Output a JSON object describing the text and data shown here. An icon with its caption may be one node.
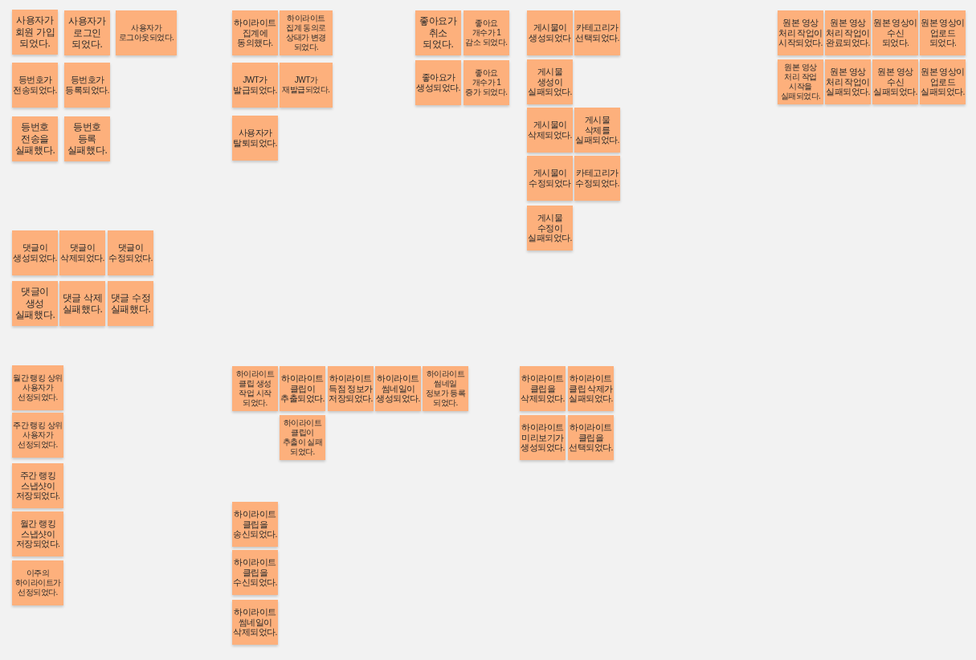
{
  "diagram": {
    "nodes": [
      {
        "text": [
          "사용자가 회원 가입 되었다."
        ]
      },
      {
        "text": [
          "사용자가 로그인 되었다."
        ]
      },
      {
        "text": [
          "사용자가 로그아웃되었다."
        ]
      },
      {
        "text": [
          "등번호가 전송되었다."
        ]
      },
      {
        "text": [
          "등번호가 등록되었다."
        ]
      },
      {
        "text": [
          "등번호 전송을 실패했다."
        ]
      },
      {
        "text": [
          "등번호 등록 실패했다."
        ]
      },
      {
        "text": [
          "하이라이트 집계에 동의했다."
        ]
      },
      {
        "text": [
          "하이라이트 집계 동의로 상태가 변경 되었다."
        ]
      },
      {
        "text": [
          "JWT가 발급되었다."
        ]
      },
      {
        "text": [
          "JWT가 재발급되었다."
        ]
      },
      {
        "text": [
          "사용자가 탈퇴되었다."
        ]
      },
      {
        "text": [
          "좋아요가 취소 되었다."
        ]
      },
      {
        "text": [
          "좋아요 개수가 1 감소 되었다."
        ]
      },
      {
        "text": [
          "좋아요가 생성되었다."
        ]
      },
      {
        "text": [
          "좋아요 개수가 1 증가 되었다."
        ]
      },
      {
        "text": [
          "게시물이 생성되었다"
        ]
      },
      {
        "text": [
          "카테고리가 선택되었다."
        ]
      },
      {
        "text": [
          "게시물 생성이 실패되었다."
        ]
      },
      {
        "text": [
          "게시물이 삭제되었다."
        ]
      },
      {
        "text": [
          "게시물 삭제를 실패되었다."
        ]
      },
      {
        "text": [
          "게시물이 수정되었다"
        ]
      },
      {
        "text": [
          "카테고리가 수정되었다."
        ]
      },
      {
        "text": [
          "게시물 수정이 실패되었다."
        ]
      },
      {
        "text": [
          "원본 영상 처리 작업이 시작되었다."
        ]
      },
      {
        "text": [
          "원본 영상 처리 작업이 완료되었다."
        ]
      },
      {
        "text": [
          "원본 영상이 수신 되었다."
        ]
      },
      {
        "text": [
          "원본 영상이 업로드 되었다."
        ]
      },
      {
        "text": [
          "원본 영상 처리 작업 시작을 실패되었다."
        ]
      },
      {
        "text": [
          "원본 영상 처리 작업이 실패되었다."
        ]
      },
      {
        "text": [
          "원본 영상 수신 실패되었다."
        ]
      },
      {
        "text": [
          "원본 영상이 업로드 실패되었다."
        ]
      },
      {
        "text": [
          "댓글이 생성되었다."
        ]
      },
      {
        "text": [
          "댓글이 삭제되었다."
        ]
      },
      {
        "text": [
          "댓글이 수정되었다."
        ]
      },
      {
        "text": [
          "댓글이 생성 실패했다."
        ]
      },
      {
        "text": [
          "댓글 삭제 실패했다."
        ]
      },
      {
        "text": [
          "댓글 수정 실패했다."
        ]
      },
      {
        "text": [
          "월간 랭킹 상위 사용자가 선정되었다."
        ]
      },
      {
        "text": [
          "주간 랭킹 상위 사용자가 선정되었다."
        ]
      },
      {
        "text": [
          "주간 랭킹 스냅샷이 저장되었다."
        ]
      },
      {
        "text": [
          "월간 랭킹 스냅샷이 저장되었다."
        ]
      },
      {
        "text": [
          "이주의 하이라이트가 선정되었다."
        ]
      },
      {
        "text": [
          "하이라이트 클립 생성 작업 시작 되었다."
        ]
      },
      {
        "text": [
          "하이라이트 클립이 추출되었다."
        ]
      },
      {
        "text": [
          "하이라이트 득점 정보가 저장되었다."
        ]
      },
      {
        "text": [
          "하이라이트 썸네일이 생성되었다."
        ]
      },
      {
        "text": [
          "하이라이트 썸네일 정보가 등록 되었다."
        ]
      },
      {
        "text": [
          "하이라이트 클립이 추출이 실패 되었다."
        ]
      },
      {
        "text": [
          "하이라이트 클립을 삭제되었다."
        ]
      },
      {
        "text": [
          "하이라이트 클립 삭제가 실패되었다."
        ]
      },
      {
        "text": [
          "하이라이트 미리보기가 생성되었다."
        ]
      },
      {
        "text": [
          "하이라이트 클립을 선택되었다."
        ]
      },
      {
        "text": [
          "하이라이트 클립을 송신되었다."
        ]
      },
      {
        "text": [
          "하이라이트 클립을 수신되었다."
        ]
      },
      {
        "text": [
          "하이라이트 썸네일이 삭제되었다."
        ]
      }
    ]
  }
}
